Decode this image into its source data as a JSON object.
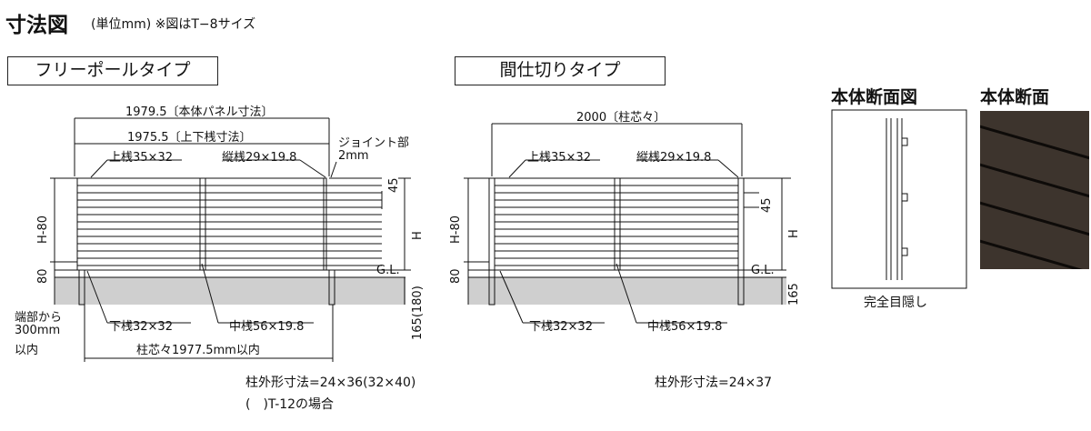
{
  "header": {
    "title": "寸法図",
    "unit_note": "(単位mm) ※図はT−8サイズ"
  },
  "free_pole": {
    "label": "フリーポールタイプ",
    "panel_width": "1979.5〔本体パネル寸法〕",
    "rail_width": "1975.5〔上下桟寸法〕",
    "joint_label": "ジョイント部",
    "joint_value": "2mm",
    "top_rail": "上桟35×32",
    "vertical_rail": "縦桟29×19.8",
    "bottom_rail": "下桟32×32",
    "middle_rail": "中桟56×19.8",
    "dim_45": "45",
    "dim_h": "H",
    "dim_h80": "H-80",
    "dim_80": "80",
    "gl": "G.L.",
    "dim_165": "165(180)",
    "end_note": [
      "端部から",
      "300mm",
      "以内"
    ],
    "pole_pitch": "柱芯々1977.5mm以内",
    "post_size": "柱外形寸法=24×36(32×40)",
    "post_note": "(　)T-12の場合"
  },
  "between_pole": {
    "label": "間仕切りタイプ",
    "pitch": "2000〔柱芯々〕",
    "top_rail": "上桟35×32",
    "vertical_rail": "縦桟29×19.8",
    "bottom_rail": "下桟32×32",
    "middle_rail": "中桟56×19.8",
    "dim_45": "45",
    "dim_h": "H",
    "dim_h80": "H-80",
    "dim_80": "80",
    "gl": "G.L.",
    "dim_165": "165",
    "post_size": "柱外形寸法=24×37"
  },
  "section": {
    "title": "本体断面図",
    "caption": "完全目隠し",
    "photo_title": "本体断面"
  },
  "colors": {
    "line": "#111111",
    "ground": "#cfcfcf",
    "photo": "#3d342d"
  }
}
